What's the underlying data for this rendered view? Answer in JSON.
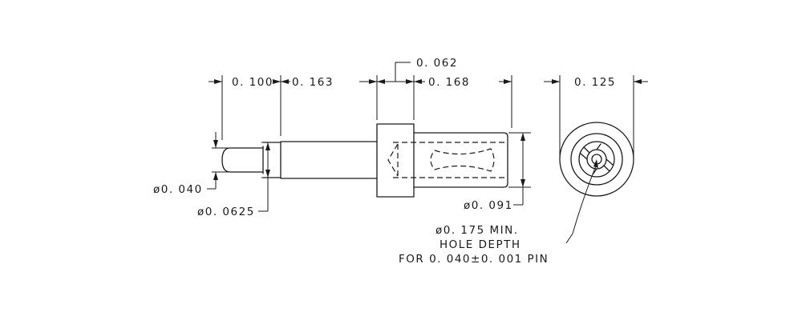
{
  "dimensions": {
    "d_0100": "0. 100",
    "d_0163": "0. 163",
    "d_0062": "0. 062",
    "d_0168": "0. 168",
    "d_0125": "0. 125",
    "dia_0040": "ø0. 040",
    "dia_0625": "ø0. 0625",
    "dia_0091": "ø0. 091"
  },
  "note": {
    "line1": "ø0. 175 MIN.",
    "line2": "HOLE DEPTH",
    "line3": "FOR 0. 040±0. 001 PIN"
  }
}
